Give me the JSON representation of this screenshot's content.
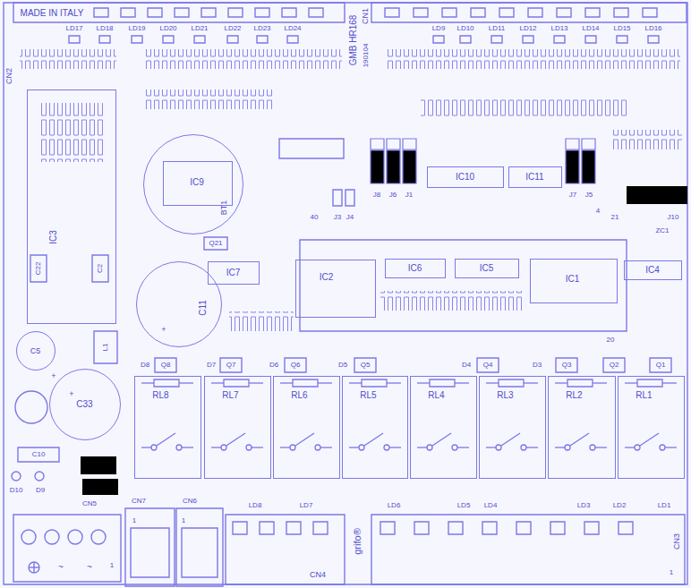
{
  "diagram": {
    "nodes": [
      {
        "text": [
          "IC3"
        ]
      },
      {
        "text": [
          "BT1"
        ]
      },
      {
        "text": [
          "IC9"
        ],
        "in": 1
      },
      {
        "text": [
          "IC10"
        ]
      },
      {
        "text": [
          "IC11"
        ]
      },
      {
        "text": [
          "IC7"
        ]
      },
      {
        "text": [
          "IC2"
        ]
      },
      {
        "text": [
          "IC6"
        ]
      },
      {
        "text": [
          "IC5"
        ]
      },
      {
        "text": [
          "IC1"
        ]
      },
      {
        "text": [
          "IC4"
        ]
      },
      {
        "text": [
          "C11"
        ]
      },
      {
        "text": [
          "C5"
        ]
      },
      {
        "text": [
          "C33"
        ]
      },
      {
        "text": [
          "RL8"
        ]
      },
      {
        "text": [
          "RL7"
        ]
      },
      {
        "text": [
          "RL6"
        ]
      },
      {
        "text": [
          "RL5"
        ]
      },
      {
        "text": [
          "RL4"
        ]
      },
      {
        "text": [
          "RL3"
        ]
      },
      {
        "text": [
          "RL2"
        ]
      },
      {
        "text": [
          "RL1"
        ]
      }
    ],
    "labels": [
      "MADE IN ITALY",
      "CN2",
      "LD17",
      "LD18",
      "LD19",
      "LD20",
      "LD21",
      "LD22",
      "LD23",
      "LD24",
      "GMB HR168",
      "CN1",
      "190104",
      "LD9",
      "LD10",
      "LD11",
      "LD12",
      "LD13",
      "LD14",
      "LD15",
      "LD16",
      "Q21",
      "C22",
      "C2",
      "J8",
      "J6",
      "J1",
      "J3",
      "J4",
      "40",
      "J7",
      "J5",
      "21",
      "J10",
      "ZC1",
      "4",
      "20",
      "D8",
      "Q8",
      "D7",
      "Q7",
      "D6",
      "Q6",
      "D5",
      "Q5",
      "D4",
      "Q4",
      "D3",
      "Q3",
      "Q2",
      "Q1",
      "L1",
      "C10",
      "D10",
      "D9",
      "CN5",
      "CN7",
      "CN6",
      "LD8",
      "LD7",
      "LD6",
      "LD5",
      "LD4",
      "LD3",
      "LD2",
      "LD1",
      "CN4",
      "CN3",
      "grifo®",
      "~",
      "~",
      "1",
      "1",
      "1",
      "1",
      "+",
      "+",
      "+"
    ]
  }
}
